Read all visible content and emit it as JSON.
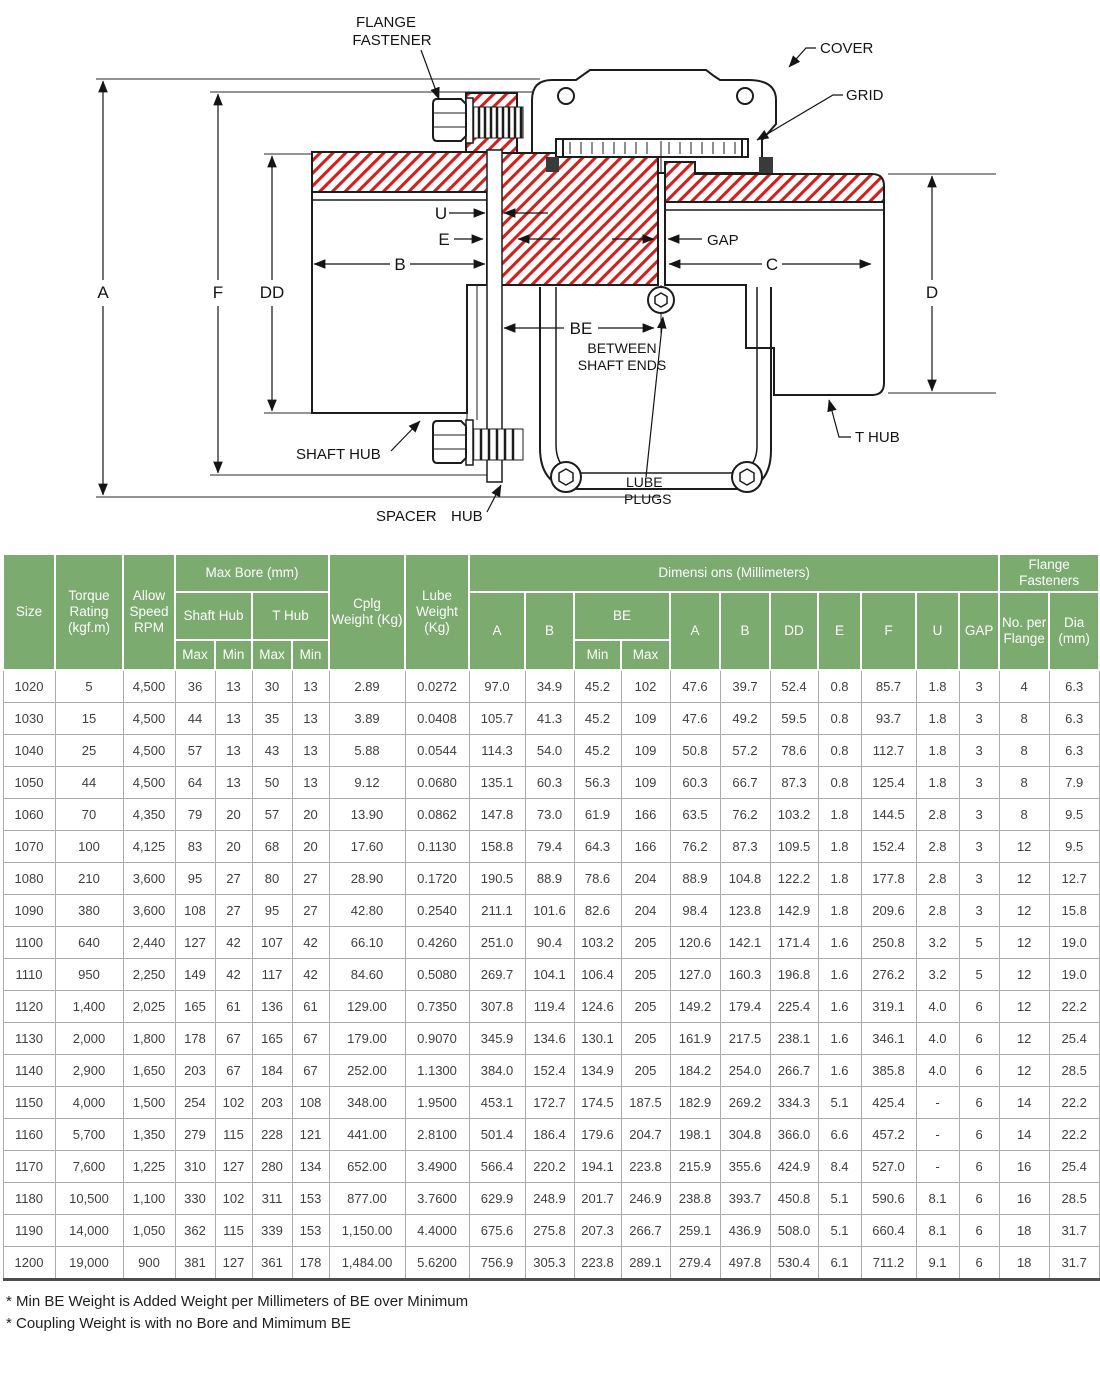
{
  "colors": {
    "header_green": "#7BAB6F",
    "hatch_red": "#D41F1F",
    "line_black": "#1C1C1C",
    "body_text": "#3F3F3F",
    "border_gray": "#ABABAB"
  },
  "diagram": {
    "labels": {
      "flange_fastener_line1": "FLANGE",
      "flange_fastener_line2": "FASTENER",
      "cover": "COVER",
      "grid": "GRID",
      "dim_a": "A",
      "dim_f": "F",
      "dim_dd": "DD",
      "dim_d": "D",
      "dim_u": "U",
      "dim_e": "E",
      "dim_b": "B",
      "dim_c": "C",
      "dim_gap": "GAP",
      "dim_be": "BE",
      "be_caption_line1": "BETWEEN",
      "be_caption_line2": "SHAFT ENDS",
      "shaft_hub": "SHAFT HUB",
      "spacer": "SPACER",
      "hub": "HUB",
      "lube_plugs_line1": "LUBE",
      "lube_plugs_line2": "PLUGS",
      "t_hub": "T HUB"
    }
  },
  "table": {
    "header": {
      "size": "Size",
      "torque": "Torque Rating (kgf.m)",
      "speed": "Allow Speed RPM",
      "max_bore": "Max Bore (mm)",
      "shaft_hub": "Shaft Hub",
      "t_hub": "T Hub",
      "max": "Max",
      "min": "Min",
      "cplg": "Cplg Weight (Kg)",
      "lube": "Lube Weight (Kg)",
      "dimensions": "Dimensi ons (Millimeters)",
      "a": "A",
      "b": "B",
      "be": "BE",
      "be_min": "Min",
      "be_max": "Max",
      "a2": "A",
      "b2": "B",
      "dd": "DD",
      "e": "E",
      "f": "F",
      "u": "U",
      "gap": "GAP",
      "flange_fasteners": "Flange Fasteners",
      "no_per_flange": "No. per Flange",
      "dia": "Dia (mm)"
    },
    "rows": [
      [
        "1020",
        "5",
        "4,500",
        "36",
        "13",
        "30",
        "13",
        "2.89",
        "0.0272",
        "97.0",
        "34.9",
        "45.2",
        "102",
        "47.6",
        "39.7",
        "52.4",
        "0.8",
        "85.7",
        "1.8",
        "3",
        "4",
        "6.3"
      ],
      [
        "1030",
        "15",
        "4,500",
        "44",
        "13",
        "35",
        "13",
        "3.89",
        "0.0408",
        "105.7",
        "41.3",
        "45.2",
        "109",
        "47.6",
        "49.2",
        "59.5",
        "0.8",
        "93.7",
        "1.8",
        "3",
        "8",
        "6.3"
      ],
      [
        "1040",
        "25",
        "4,500",
        "57",
        "13",
        "43",
        "13",
        "5.88",
        "0.0544",
        "114.3",
        "54.0",
        "45.2",
        "109",
        "50.8",
        "57.2",
        "78.6",
        "0.8",
        "112.7",
        "1.8",
        "3",
        "8",
        "6.3"
      ],
      [
        "1050",
        "44",
        "4,500",
        "64",
        "13",
        "50",
        "13",
        "9.12",
        "0.0680",
        "135.1",
        "60.3",
        "56.3",
        "109",
        "60.3",
        "66.7",
        "87.3",
        "0.8",
        "125.4",
        "1.8",
        "3",
        "8",
        "7.9"
      ],
      [
        "1060",
        "70",
        "4,350",
        "79",
        "20",
        "57",
        "20",
        "13.90",
        "0.0862",
        "147.8",
        "73.0",
        "61.9",
        "166",
        "63.5",
        "76.2",
        "103.2",
        "1.8",
        "144.5",
        "2.8",
        "3",
        "8",
        "9.5"
      ],
      [
        "1070",
        "100",
        "4,125",
        "83",
        "20",
        "68",
        "20",
        "17.60",
        "0.1130",
        "158.8",
        "79.4",
        "64.3",
        "166",
        "76.2",
        "87.3",
        "109.5",
        "1.8",
        "152.4",
        "2.8",
        "3",
        "12",
        "9.5"
      ],
      [
        "1080",
        "210",
        "3,600",
        "95",
        "27",
        "80",
        "27",
        "28.90",
        "0.1720",
        "190.5",
        "88.9",
        "78.6",
        "204",
        "88.9",
        "104.8",
        "122.2",
        "1.8",
        "177.8",
        "2.8",
        "3",
        "12",
        "12.7"
      ],
      [
        "1090",
        "380",
        "3,600",
        "108",
        "27",
        "95",
        "27",
        "42.80",
        "0.2540",
        "211.1",
        "101.6",
        "82.6",
        "204",
        "98.4",
        "123.8",
        "142.9",
        "1.8",
        "209.6",
        "2.8",
        "3",
        "12",
        "15.8"
      ],
      [
        "1100",
        "640",
        "2,440",
        "127",
        "42",
        "107",
        "42",
        "66.10",
        "0.4260",
        "251.0",
        "90.4",
        "103.2",
        "205",
        "120.6",
        "142.1",
        "171.4",
        "1.6",
        "250.8",
        "3.2",
        "5",
        "12",
        "19.0"
      ],
      [
        "1110",
        "950",
        "2,250",
        "149",
        "42",
        "117",
        "42",
        "84.60",
        "0.5080",
        "269.7",
        "104.1",
        "106.4",
        "205",
        "127.0",
        "160.3",
        "196.8",
        "1.6",
        "276.2",
        "3.2",
        "5",
        "12",
        "19.0"
      ],
      [
        "1120",
        "1,400",
        "2,025",
        "165",
        "61",
        "136",
        "61",
        "129.00",
        "0.7350",
        "307.8",
        "119.4",
        "124.6",
        "205",
        "149.2",
        "179.4",
        "225.4",
        "1.6",
        "319.1",
        "4.0",
        "6",
        "12",
        "22.2"
      ],
      [
        "1130",
        "2,000",
        "1,800",
        "178",
        "67",
        "165",
        "67",
        "179.00",
        "0.9070",
        "345.9",
        "134.6",
        "130.1",
        "205",
        "161.9",
        "217.5",
        "238.1",
        "1.6",
        "346.1",
        "4.0",
        "6",
        "12",
        "25.4"
      ],
      [
        "1140",
        "2,900",
        "1,650",
        "203",
        "67",
        "184",
        "67",
        "252.00",
        "1.1300",
        "384.0",
        "152.4",
        "134.9",
        "205",
        "184.2",
        "254.0",
        "266.7",
        "1.6",
        "385.8",
        "4.0",
        "6",
        "12",
        "28.5"
      ],
      [
        "1150",
        "4,000",
        "1,500",
        "254",
        "102",
        "203",
        "108",
        "348.00",
        "1.9500",
        "453.1",
        "172.7",
        "174.5",
        "187.5",
        "182.9",
        "269.2",
        "334.3",
        "5.1",
        "425.4",
        "-",
        "6",
        "14",
        "22.2"
      ],
      [
        "1160",
        "5,700",
        "1,350",
        "279",
        "115",
        "228",
        "121",
        "441.00",
        "2.8100",
        "501.4",
        "186.4",
        "179.6",
        "204.7",
        "198.1",
        "304.8",
        "366.0",
        "6.6",
        "457.2",
        "-",
        "6",
        "14",
        "22.2"
      ],
      [
        "1170",
        "7,600",
        "1,225",
        "310",
        "127",
        "280",
        "134",
        "652.00",
        "3.4900",
        "566.4",
        "220.2",
        "194.1",
        "223.8",
        "215.9",
        "355.6",
        "424.9",
        "8.4",
        "527.0",
        "-",
        "6",
        "16",
        "25.4"
      ],
      [
        "1180",
        "10,500",
        "1,100",
        "330",
        "102",
        "311",
        "153",
        "877.00",
        "3.7600",
        "629.9",
        "248.9",
        "201.7",
        "246.9",
        "238.8",
        "393.7",
        "450.8",
        "5.1",
        "590.6",
        "8.1",
        "6",
        "16",
        "28.5"
      ],
      [
        "1190",
        "14,000",
        "1,050",
        "362",
        "115",
        "339",
        "153",
        "1,150.00",
        "4.4000",
        "675.6",
        "275.8",
        "207.3",
        "266.7",
        "259.1",
        "436.9",
        "508.0",
        "5.1",
        "660.4",
        "8.1",
        "6",
        "18",
        "31.7"
      ],
      [
        "1200",
        "19,000",
        "900",
        "381",
        "127",
        "361",
        "178",
        "1,484.00",
        "5.6200",
        "756.9",
        "305.3",
        "223.8",
        "289.1",
        "279.4",
        "497.8",
        "530.4",
        "6.1",
        "711.2",
        "9.1",
        "6",
        "18",
        "31.7"
      ]
    ],
    "footnotes": [
      "* Min BE Weight is Added Weight per Millimeters of BE over Minimum",
      "* Coupling Weight is with no Bore and Mimimum BE"
    ]
  }
}
